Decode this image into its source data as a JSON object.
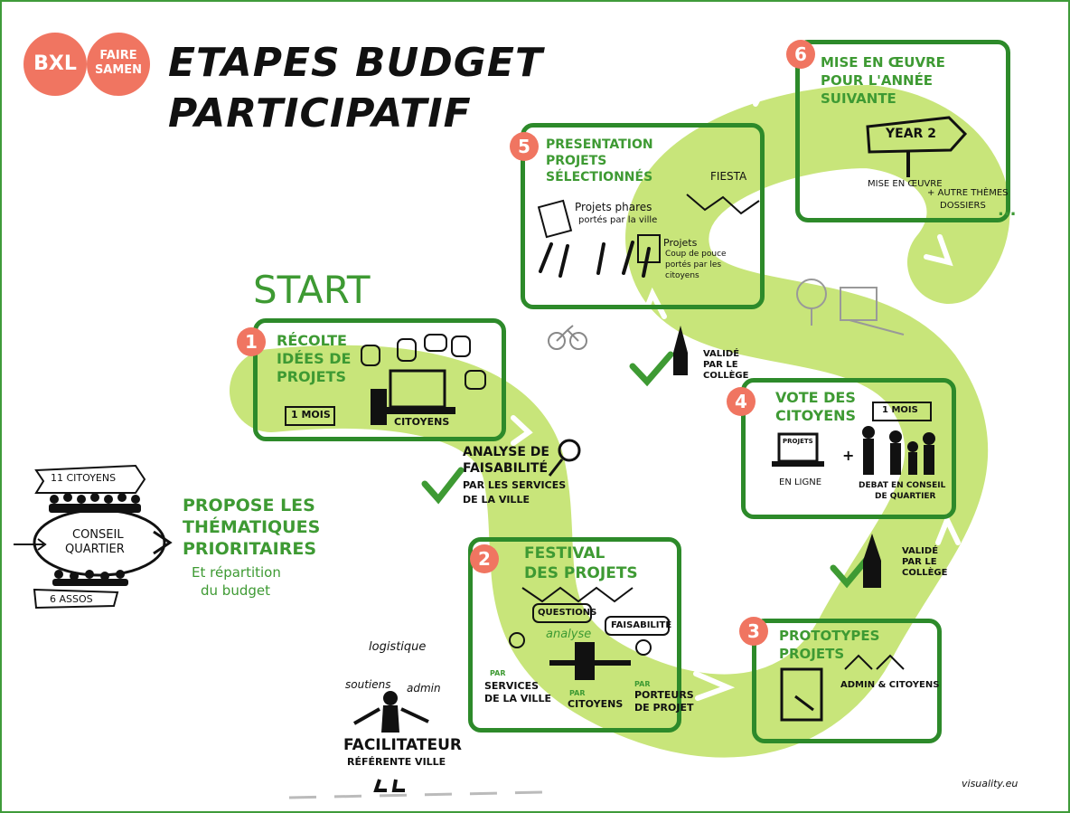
{
  "logos": {
    "bxl": "BXL",
    "faire_line1": "FAIRE",
    "faire_line2": "SAMEN"
  },
  "title": {
    "line1": "ETAPES BUDGET",
    "line2": "PARTICIPATIF"
  },
  "start_label": "START",
  "left_panel": {
    "citizens_count": "11 CITOYENS",
    "council_line1": "CONSEIL",
    "council_line2": "QUARTIER",
    "assos": "6 ASSOS",
    "propose_line1": "PROPOSE LES",
    "propose_line2": "THÉMATIQUES",
    "propose_line3": "PRIORITAIRES",
    "repartition_line1": "Et répartition",
    "repartition_line2": "du budget"
  },
  "steps": {
    "s1": {
      "number": "1",
      "title_line1": "RÉCOLTE",
      "title_line2": "IDÉES DE",
      "title_line3": "PROJETS",
      "duration": "1 MOIS",
      "citizens": "CITOYENS"
    },
    "analysis": {
      "line1": "ANALYSE DE",
      "line2": "FAISABILITÉ",
      "line3": "PAR LES SERVICES",
      "line4": "DE LA VILLE"
    },
    "s2": {
      "number": "2",
      "title_line1": "FESTIVAL",
      "title_line2": "DES PROJETS",
      "questions": "QUESTIONS",
      "analyse": "analyse",
      "faisabilite": "FAISABILITÉ",
      "par": "PAR",
      "services_line1": "SERVICES",
      "services_line2": "DE LA VILLE",
      "citoyens": "CITOYENS",
      "porteurs_line1": "PORTEURS",
      "porteurs_line2": "DE PROJET"
    },
    "s3": {
      "number": "3",
      "title_line1": "PROTOTYPES",
      "title_line2": "PROJETS",
      "admin": "ADMIN & CITOYENS"
    },
    "validated_a": {
      "line1": "VALIDÉ",
      "line2": "PAR LE",
      "line3": "COLLÈGE"
    },
    "s4": {
      "number": "4",
      "title_line1": "VOTE DES",
      "title_line2": "CITOYENS",
      "duration": "1 MOIS",
      "projets_screen": "PROJETS",
      "online": "EN LIGNE",
      "plus": "+",
      "debate_line1": "DEBAT EN CONSEIL",
      "debate_line2": "DE QUARTIER"
    },
    "validated_b": {
      "line1": "VALIDÉ",
      "line2": "PAR LE",
      "line3": "COLLÈGE"
    },
    "s5": {
      "number": "5",
      "title_line1": "PRESENTATION",
      "title_line2": "PROJETS",
      "title_line3": "SÉLECTIONNÉS",
      "fiesta": "FIESTA",
      "phares_line1": "Projets phares",
      "phares_line2": "portés par la ville",
      "coup_line1": "Projets",
      "coup_line2": "Coup de pouce",
      "coup_line3": "portés par les",
      "coup_line4": "citoyens"
    },
    "s6": {
      "number": "6",
      "title_line1": "MISE EN ŒUVRE",
      "title_line2": "POUR L'ANNÉE",
      "title_line3": "SUIVANTE",
      "sign": "YEAR 2",
      "note_line1": "MISE EN ŒUVRE",
      "note_line2": "+ AUTRE THÈMES",
      "note_line3": "DOSSIERS",
      "ellipsis": "..."
    }
  },
  "facilitator": {
    "logistique": "logistique",
    "soutiens": "soutiens",
    "admin": "admin",
    "title": "FACILITATEUR",
    "subtitle": "RÉFÉRENTE VILLE"
  },
  "signature": "visuality.eu",
  "colors": {
    "path": "#c8e57a",
    "border": "#2d8a2a",
    "accent": "#f07561",
    "green_text": "#3e9a33"
  }
}
